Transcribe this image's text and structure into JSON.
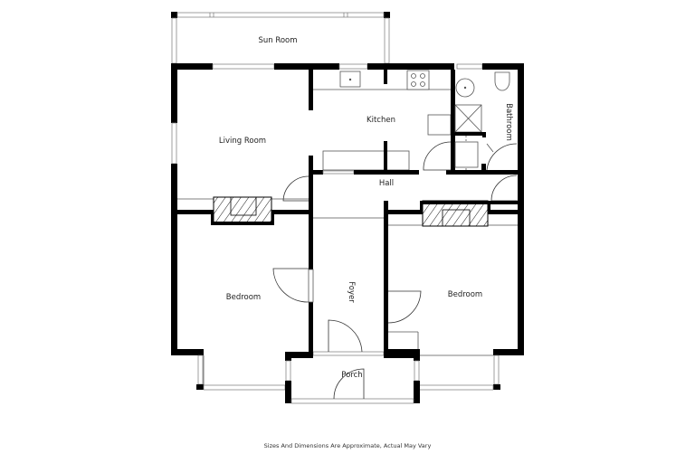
{
  "floorplan": {
    "rooms": {
      "sun_room": "Sun Room",
      "living_room": "Living Room",
      "kitchen": "Kitchen",
      "bathroom": "Bathroom",
      "hall": "Hall",
      "bedroom_left": "Bedroom",
      "foyer": "Foyer",
      "bedroom_right": "Bedroom",
      "porch": "Porch"
    },
    "disclaimer": "Sizes And Dimensions Are Approximate, Actual May Vary",
    "colors": {
      "wall": "#000000",
      "background": "#ffffff",
      "line": "#555555"
    }
  }
}
